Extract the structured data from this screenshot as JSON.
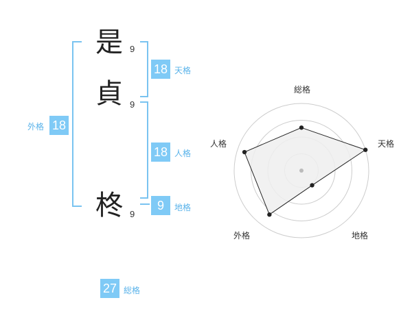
{
  "characters": [
    {
      "char": "是",
      "strokes": "9"
    },
    {
      "char": "貞",
      "strokes": "9"
    },
    {
      "char": "柊",
      "strokes": "9"
    }
  ],
  "kakusu": {
    "tenkaku": {
      "value": "18",
      "label": "天格"
    },
    "jinkaku": {
      "value": "18",
      "label": "人格"
    },
    "chikaku": {
      "value": "9",
      "label": "地格"
    },
    "gaikaku": {
      "value": "18",
      "label": "外格"
    },
    "soukaku": {
      "value": "27",
      "label": "総格"
    }
  },
  "radar": {
    "axes": [
      "総格",
      "天格",
      "地格",
      "外格",
      "人格"
    ],
    "values": [
      0.64,
      1.0,
      0.27,
      0.81,
      0.89
    ],
    "colors": {
      "fill": "#eeeeee",
      "line": "#222222",
      "ring": "#cccccc",
      "center": "#bbbbbb"
    }
  }
}
